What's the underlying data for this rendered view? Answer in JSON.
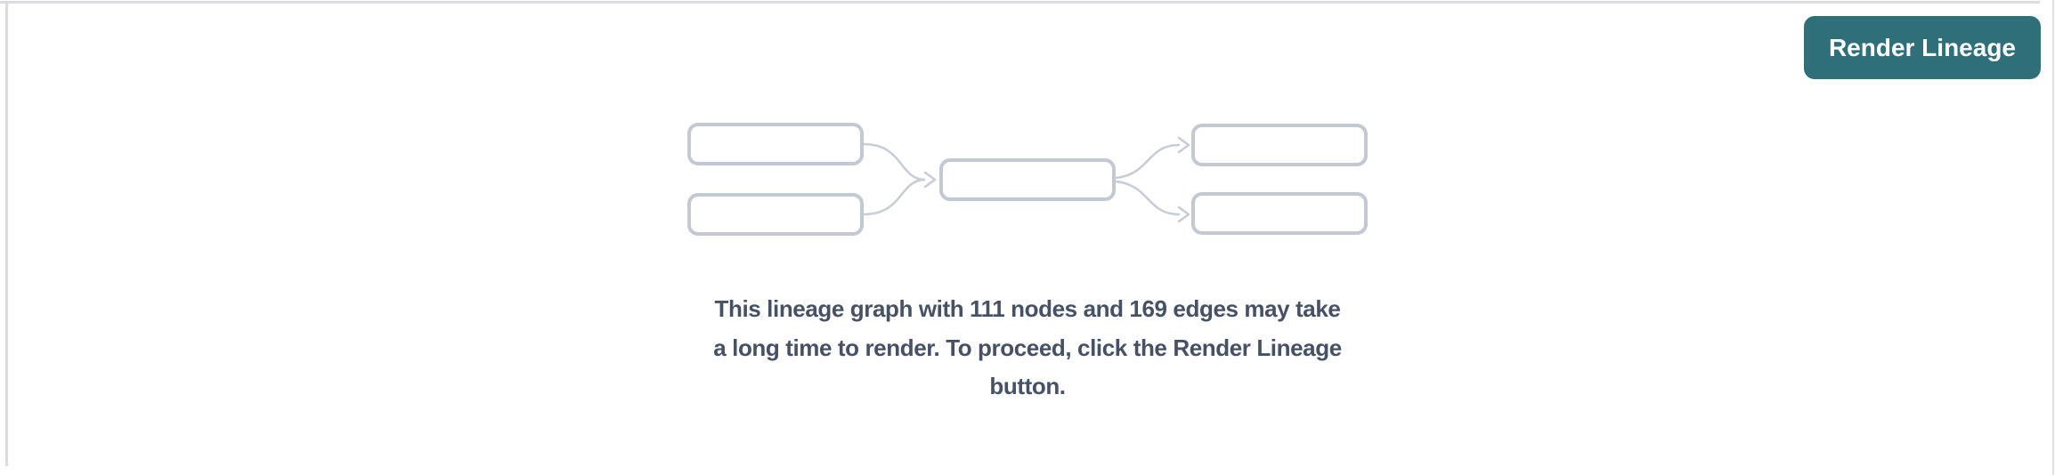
{
  "theme": {
    "panel_bg": "#ffffff",
    "button_bg": "#2f6f7a",
    "button_text": "#ffffff",
    "message_text": "#475166",
    "node_border": "#c3c8d2",
    "edge_stroke": "#c7ccd5",
    "divider": "#dcdce0"
  },
  "toolbar": {
    "render_lineage_label": "Render Lineage"
  },
  "placeholder": {
    "node_count": "111",
    "edge_count": "169",
    "message_line1": "This lineage graph with 111 nodes and 169 edges may take",
    "message_line2": "a long time to render. To proceed, click the Render Lineage",
    "message_line3": "button."
  }
}
